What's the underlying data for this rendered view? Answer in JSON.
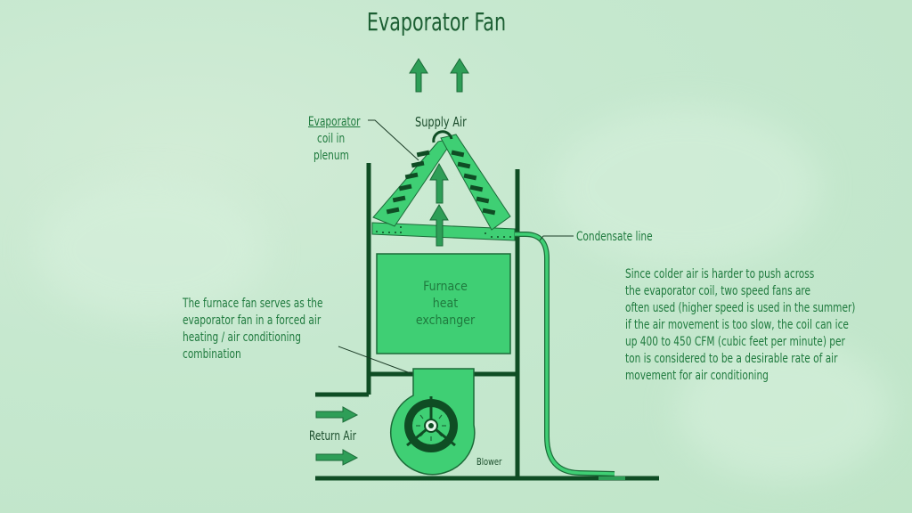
{
  "title": "Evaporator Fan",
  "labels": {
    "supply_air": "Supply Air",
    "evaporator_underlined": "Evaporator",
    "evaporator_rest_1": "coil in",
    "evaporator_rest_2": "plenum",
    "condensate_line": "Condensate line",
    "furnace_1": "Furnace",
    "furnace_2": "heat",
    "furnace_3": "exchanger",
    "return_air": "Return Air",
    "blower": "Blower"
  },
  "notes": {
    "furnace_fan": [
      "The furnace fan serves as the",
      "evaporator fan in a forced air",
      "heating / air conditioning",
      "combination"
    ],
    "right_note": [
      "Since colder air is harder to push across",
      "the evaporator coil, two speed fans are",
      "often used (higher speed is used in the summer)",
      "if the air movement is too slow, the coil can ice",
      "up 400 to 450 CFM (cubic feet per minute) per",
      "ton is considered to be a desirable rate of air",
      "movement for air conditioning"
    ]
  },
  "colors": {
    "dark": "#0f4d24",
    "medium": "#2e9e57",
    "light": "#3fcf74",
    "text": "#1f7a3e",
    "background": "#c6e8cf"
  }
}
